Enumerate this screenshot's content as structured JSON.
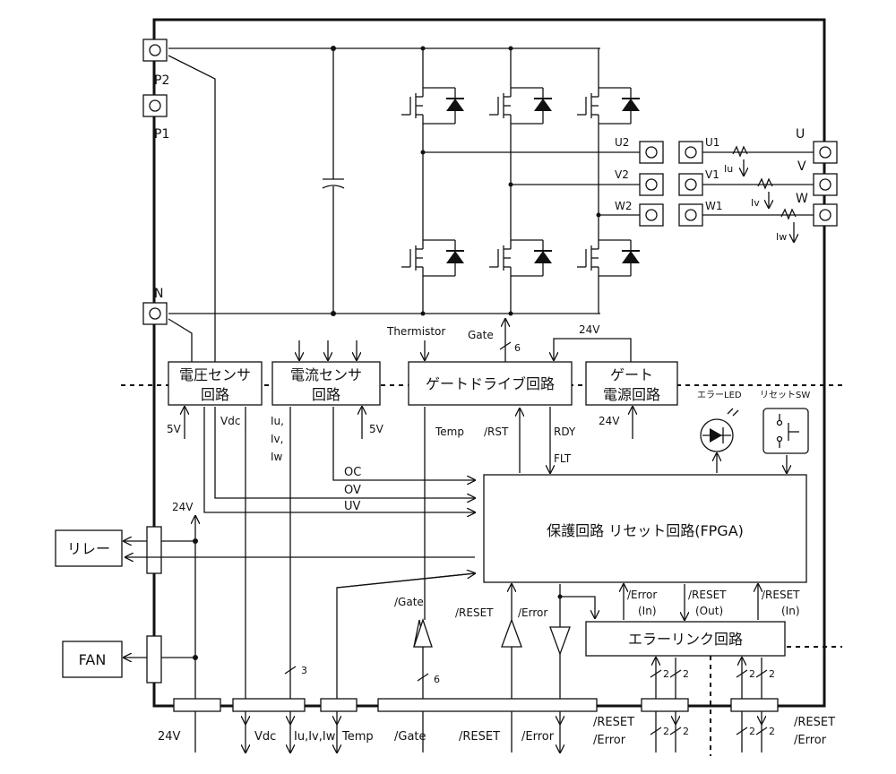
{
  "terminals": {
    "p2": "P2",
    "p1": "P1",
    "n": "N",
    "u": "U",
    "v": "V",
    "w": "W",
    "u2": "U2",
    "v2": "V2",
    "w2": "W2",
    "u1": "U1",
    "v1": "V1",
    "w1": "W1"
  },
  "currents": {
    "iu": "Iu",
    "iv": "Iv",
    "iw": "Iw"
  },
  "blocks": {
    "voltage_sensor": [
      "電圧センサ",
      "回路"
    ],
    "current_sensor": [
      "電流センサ",
      "回路"
    ],
    "gate_drive": "ゲートドライブ回路",
    "gate_power": [
      "ゲート",
      "電源回路"
    ],
    "protection": "保護回路 リセット回路(FPGA)",
    "error_link": "エラーリンク回路",
    "relay": "リレー",
    "fan": "FAN"
  },
  "indicators": {
    "error_led": "エラーLED",
    "reset_sw": "リセットSW"
  },
  "signals": {
    "thermistor": "Thermistor",
    "gate": "Gate",
    "gate_count": "6",
    "v24": "24V",
    "v5": "5V",
    "vdc": "Vdc",
    "iu_c": "Iu,",
    "iv_c": "Iv,",
    "iw": "Iw",
    "temp": "Temp",
    "rst": "/RST",
    "rdy": "RDY",
    "flt": "FLT",
    "oc": "OC",
    "ov": "OV",
    "uv": "UV",
    "gate_n": "/Gate",
    "reset_n": "/RESET",
    "error_n": "/Error",
    "error_in": [
      "/Error",
      "(In)"
    ],
    "reset_out": [
      "/RESET",
      "(Out)"
    ],
    "reset_in": [
      "/RESET",
      "(In)"
    ],
    "count3": "3",
    "count6": "6",
    "count2": "2"
  },
  "bottom": {
    "v24": "24V",
    "vdc": "Vdc",
    "iuvw": "Iu,Iv,Iw",
    "temp": "Temp",
    "gate": "/Gate",
    "reset": "/RESET",
    "error": "/Error",
    "reset_error_left": [
      "/RESET",
      "/Error"
    ],
    "reset_error_right": [
      "/RESET",
      "/Error"
    ]
  }
}
